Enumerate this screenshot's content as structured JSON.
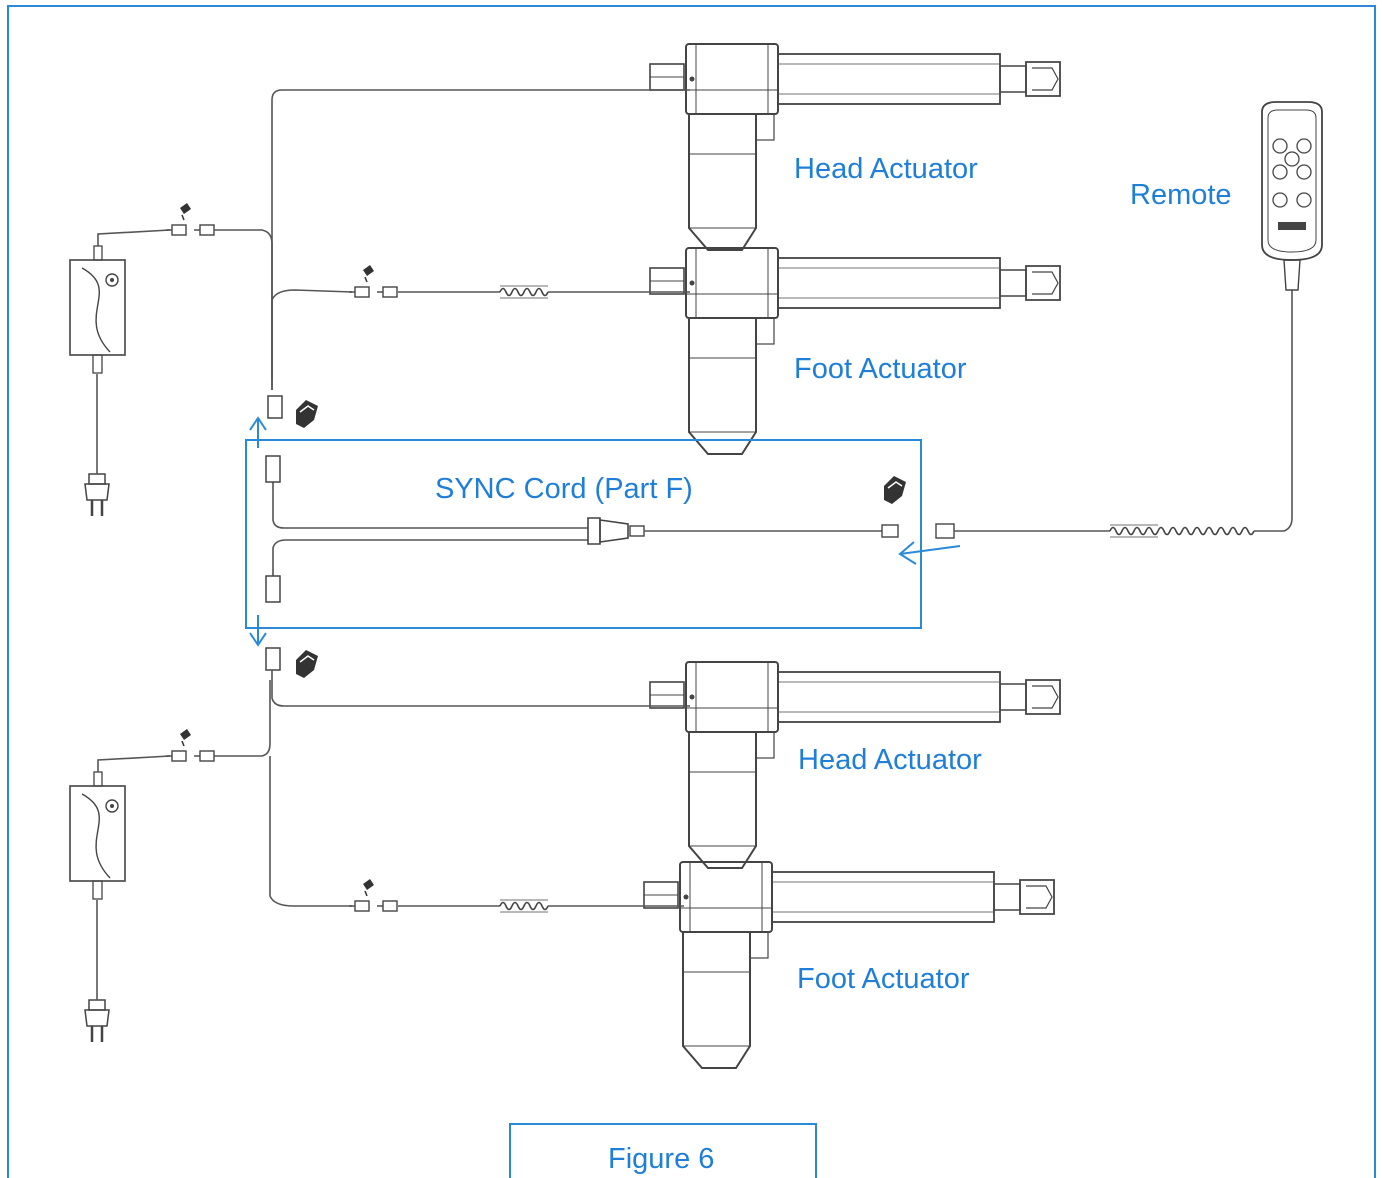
{
  "labels": {
    "head_actuator_1": "Head Actuator",
    "foot_actuator_1": "Foot Actuator",
    "head_actuator_2": "Head Actuator",
    "foot_actuator_2": "Foot Actuator",
    "remote": "Remote",
    "sync_cord": "SYNC Cord (Part F)",
    "figure": "Figure 6"
  },
  "colors": {
    "accent": "#2a8ad8",
    "label": "#1f7fd8",
    "line": "#444444"
  }
}
